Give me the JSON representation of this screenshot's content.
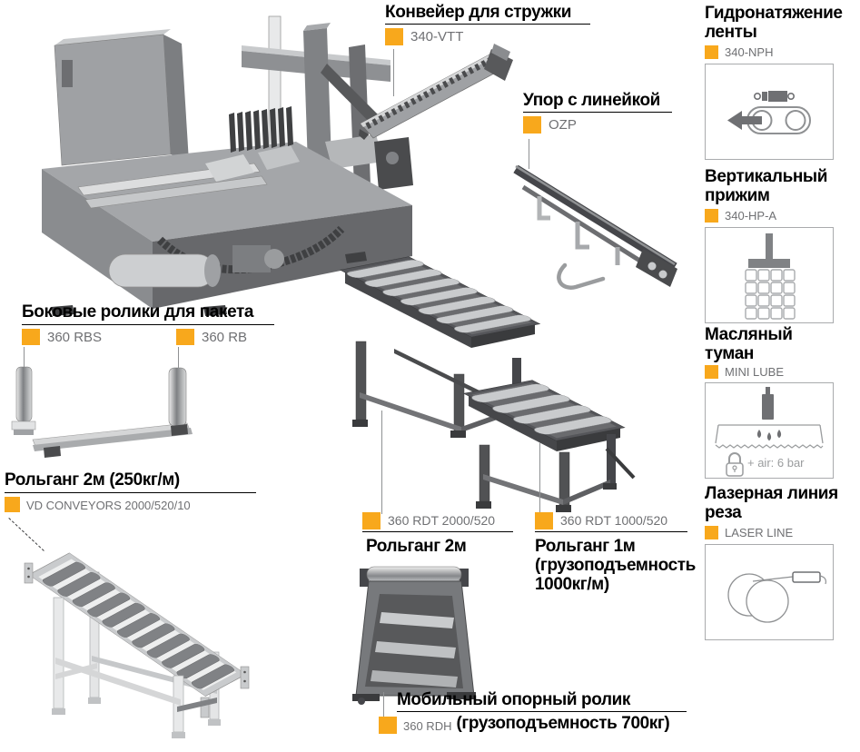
{
  "page": {
    "background": "#FFFFFF"
  },
  "colors": {
    "accent": "#F8A81C",
    "code_text": "#6F7073",
    "rule": "#000000",
    "leader": "#8F9193"
  },
  "groups": {
    "chip_conveyor": {
      "title": "Конвейер для стружки",
      "code": "340-VTT"
    },
    "ruler_stop": {
      "title": "Упор с линейкой",
      "code": "OZP"
    },
    "side_rollers": {
      "title": "Боковые ролики для пакета",
      "code_left": "360 RBS",
      "code_right": "360 RB"
    },
    "roller_conveyor_2m": {
      "title": "Рольганг 2м (250кг/м)",
      "code": "VD CONVEYORS 2000/520/10"
    },
    "roller_table_2m": {
      "code": "360 RDT 2000/520",
      "title": "Рольганг 2м"
    },
    "roller_table_1m": {
      "code": "360 RDT 1000/520",
      "title": "Рольганг 1м\n(грузоподъемность\n1000кг/м)"
    },
    "mobile_roller": {
      "title": "Мобильный опорный ролик",
      "code": "360 RDH",
      "capacity": "(грузоподъемность 700кг)"
    }
  },
  "options": [
    {
      "title": "Гидронатяжение\nленты",
      "code": "340-NPH",
      "icon": "belt-tension-icon"
    },
    {
      "title": "Вертикальный\nприжим",
      "code": "340-HP-A",
      "icon": "vertical-clamp-icon"
    },
    {
      "title": "Масляный\nтуман",
      "code": "MINI LUBE",
      "icon": "oil-mist-icon",
      "note": "+ air: 6 bar"
    },
    {
      "title": "Лазерная линия\nреза",
      "code": "LASER LINE",
      "icon": "laser-line-icon"
    }
  ]
}
